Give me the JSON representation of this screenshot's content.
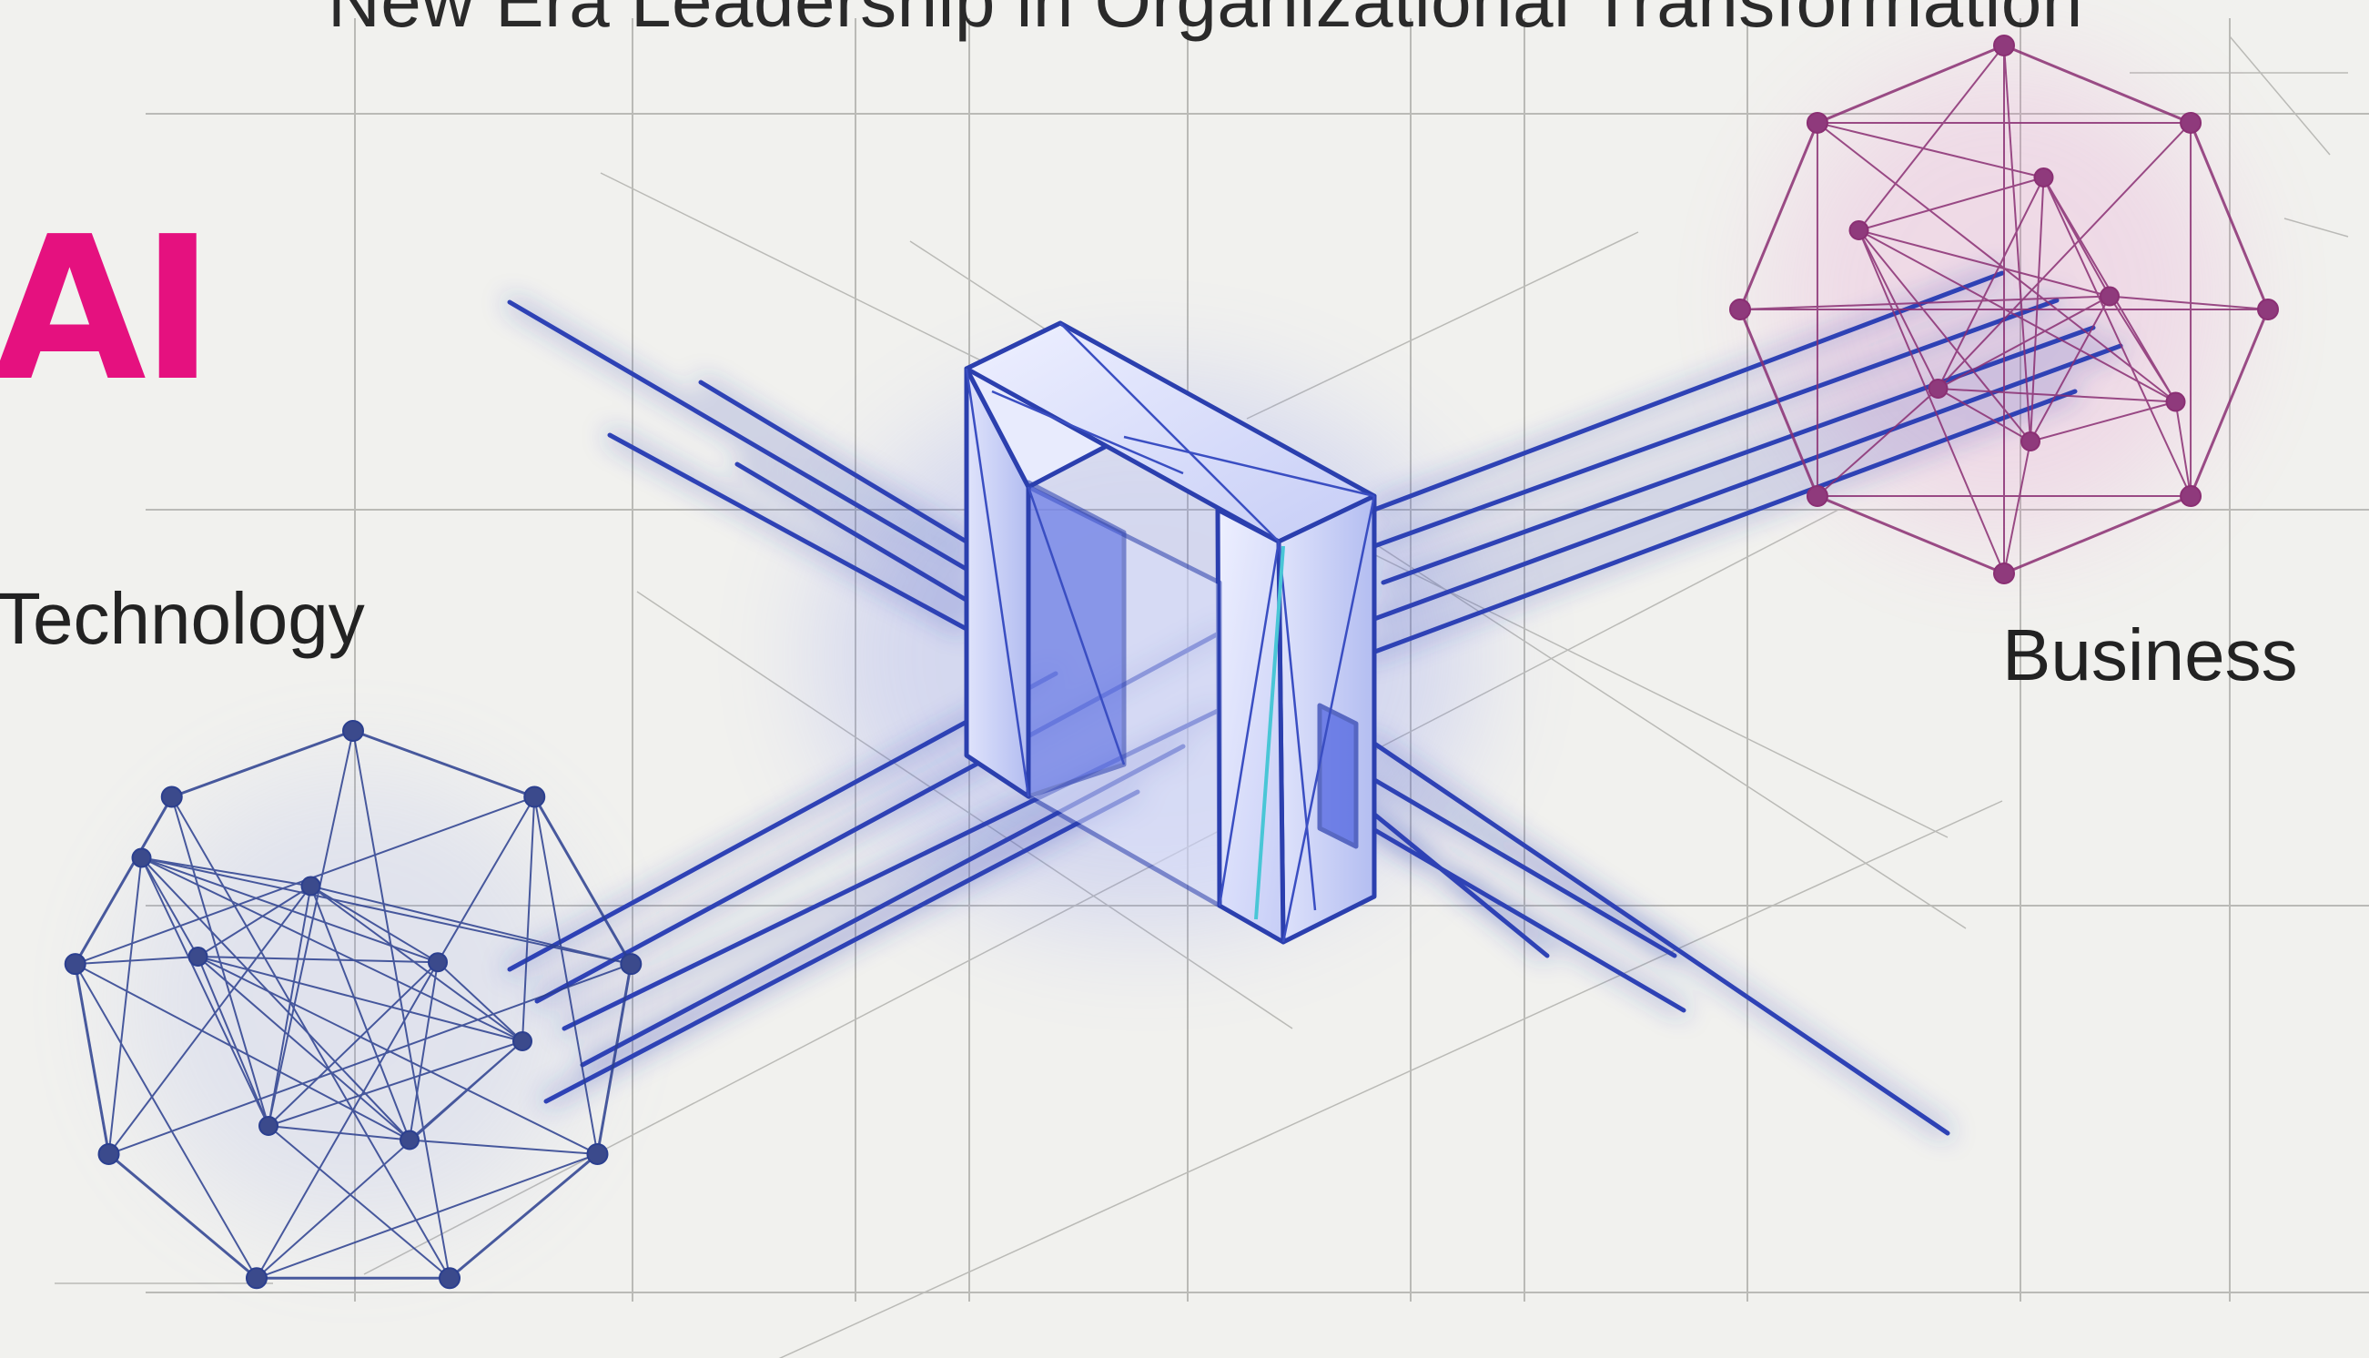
{
  "title": "New Era Leadership in Organizational Transformation",
  "brand_mark": "AI",
  "labels": {
    "left_node": "Technology",
    "right_node": "Business"
  },
  "icons": {
    "left_node": "technology-network-icon",
    "right_node": "business-network-icon",
    "center": "gateway-arch-icon"
  },
  "colors": {
    "background": "#f1f1ee",
    "brand": "#e5117f",
    "technology": "#2b3f8f",
    "business": "#8a2f73",
    "gateway": "#3b4fd8",
    "grid": "#9a9a96"
  }
}
